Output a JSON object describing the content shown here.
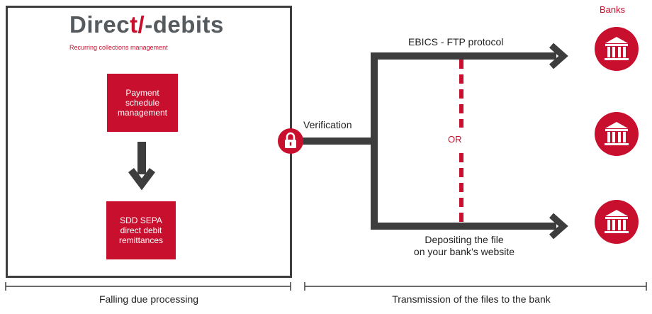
{
  "logo": {
    "text_before": "Direc",
    "text_slash": "t/",
    "text_after": "-debits",
    "tagline": "Recurring collections management"
  },
  "boxes": {
    "payment_schedule": "Payment\nschedule\nmanagement",
    "sdd_remittances": "SDD SEPA\ndirect debit\nremittances"
  },
  "verification": "Verification",
  "ebics": "EBICS - FTP protocol",
  "or": "OR",
  "deposit": "Depositing the file\non your bank’s website",
  "banks": "Banks",
  "bottom": {
    "left": "Falling due processing",
    "right": "Transmission of the files to the bank"
  },
  "colors": {
    "brand_red": "#c8102e",
    "dark_gray": "#3d3d3d"
  },
  "icons": [
    "lock-icon",
    "bank-icon",
    "bank-icon",
    "bank-icon"
  ]
}
